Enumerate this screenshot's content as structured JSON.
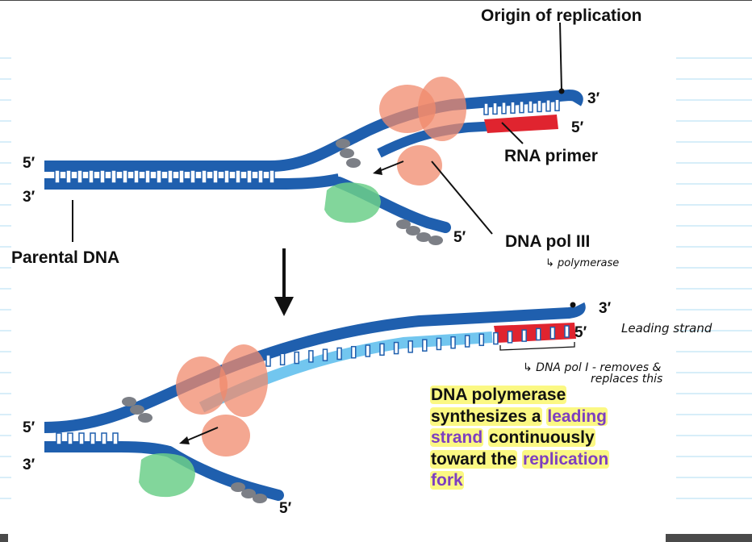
{
  "labels": {
    "origin": "Origin of replication",
    "rna_primer": "RNA primer",
    "dna_pol_iii": "DNA pol III",
    "parental_dna": "Parental DNA",
    "five_prime": "5′",
    "three_prime": "3′"
  },
  "handwritten": {
    "polymerase_note": "↳ polymerase",
    "leading_strand_note": "Leading strand",
    "dna_pol_i_note_line1": "↳ DNA pol I - removes &",
    "dna_pol_i_note_line2": "replaces this"
  },
  "caption": {
    "part1": "DNA polymerase",
    "part2": "synthesizes a",
    "part3": "leading",
    "part4": "strand",
    "part5": "continuously",
    "part6": "toward the",
    "part7": "replication",
    "part8": "fork"
  },
  "colors": {
    "dna_dark": "#1f5fae",
    "dna_light": "#72c6ef",
    "primer": "#e0242f",
    "polymerase": "#f08a6c",
    "clamp": "#6ccf8a",
    "ssb": "#7c7f86",
    "highlight": "#faf55a",
    "purple_text": "#7d3fc0"
  }
}
